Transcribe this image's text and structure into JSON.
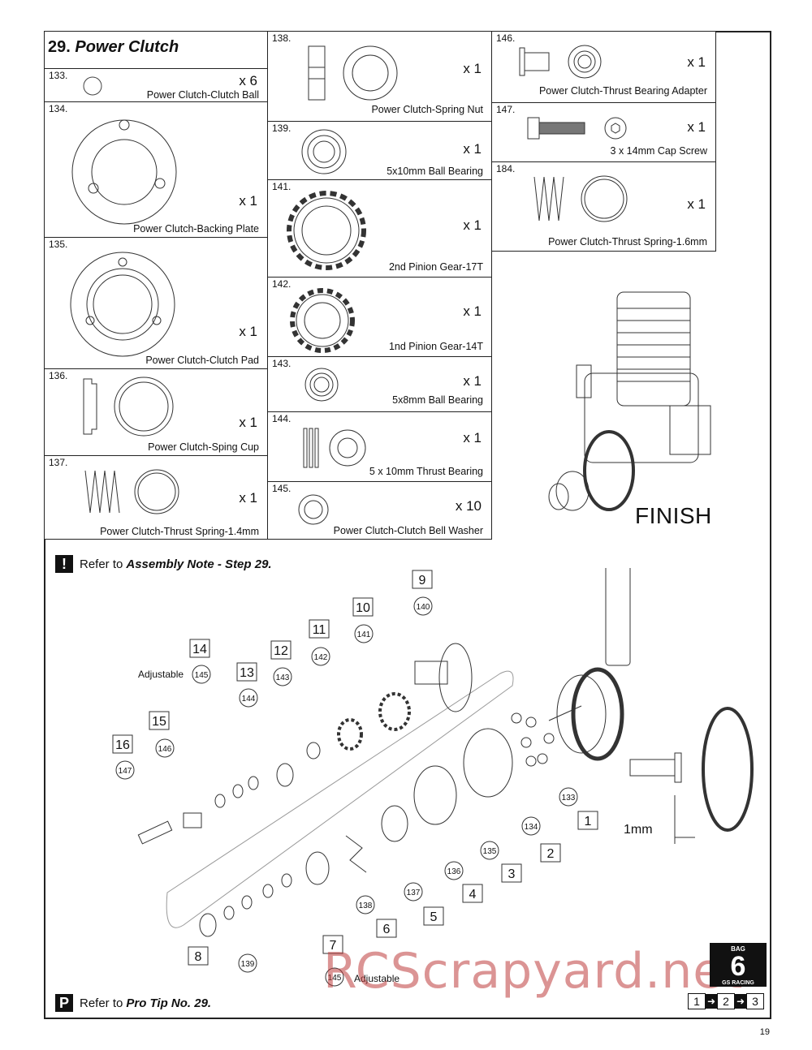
{
  "section": {
    "number": "29.",
    "title": "Power Clutch"
  },
  "parts": [
    {
      "id": "133.",
      "qty": "x 6",
      "name": "Power Clutch-Clutch Ball"
    },
    {
      "id": "134.",
      "qty": "x 1",
      "name": "Power Clutch-Backing Plate"
    },
    {
      "id": "135.",
      "qty": "x 1",
      "name": "Power Clutch-Clutch Pad"
    },
    {
      "id": "136.",
      "qty": "x 1",
      "name": "Power Clutch-Sping Cup"
    },
    {
      "id": "137.",
      "qty": "x 1",
      "name": "Power Clutch-Thrust Spring-1.4mm"
    },
    {
      "id": "138.",
      "qty": "x 1",
      "name": "Power Clutch-Spring Nut"
    },
    {
      "id": "139.",
      "qty": "x 1",
      "name": "5x10mm Ball Bearing"
    },
    {
      "id": "141.",
      "qty": "x 1",
      "name": "2nd Pinion Gear-17T"
    },
    {
      "id": "142.",
      "qty": "x 1",
      "name": "1nd Pinion Gear-14T"
    },
    {
      "id": "143.",
      "qty": "x 1",
      "name": "5x8mm Ball Bearing"
    },
    {
      "id": "144.",
      "qty": "x 1",
      "name": "5 x 10mm Thrust Bearing"
    },
    {
      "id": "145.",
      "qty": "x 10",
      "name": "Power Clutch-Clutch Bell Washer"
    },
    {
      "id": "146.",
      "qty": "x 1",
      "name": "Power Clutch-Thrust Bearing Adapter"
    },
    {
      "id": "147.",
      "qty": "x 1",
      "name": "3 x 14mm Cap Screw"
    },
    {
      "id": "184.",
      "qty": "x 1",
      "name": "Power Clutch-Thrust Spring-1.6mm"
    }
  ],
  "finish_label": "FINISH",
  "assembly_note": {
    "prefix": "Refer to",
    "link": "Assembly Note - Step 29."
  },
  "pro_tip": {
    "prefix": "Refer to",
    "link": "Pro Tip No. 29."
  },
  "diagram": {
    "steps": [
      "1",
      "2",
      "3",
      "4",
      "5",
      "6",
      "7",
      "8",
      "9",
      "10",
      "11",
      "12",
      "13",
      "14",
      "15",
      "16"
    ],
    "callouts": [
      "133",
      "134",
      "135",
      "136",
      "137",
      "138",
      "139",
      "140",
      "141",
      "142",
      "143",
      "144",
      "145",
      "146",
      "147",
      "145"
    ],
    "adjustable_label": "Adjustable",
    "measure_label": "1mm"
  },
  "bag": {
    "label": "BAG",
    "number": "6",
    "brand": "GS RACING",
    "steps": [
      "1",
      "2",
      "3"
    ]
  },
  "page_number": "19",
  "watermark": "RCScrapyard.net"
}
